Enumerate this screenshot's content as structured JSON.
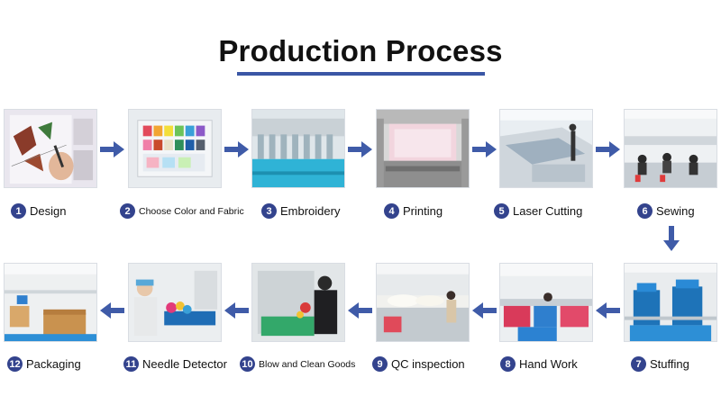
{
  "title": "Production Process",
  "accent_color": "#3a56a5",
  "badge_color": "#33438d",
  "steps": [
    {
      "number": "1",
      "label": "Design"
    },
    {
      "number": "2",
      "label": "Choose Color and Fabric"
    },
    {
      "number": "3",
      "label": "Embroidery"
    },
    {
      "number": "4",
      "label": "Printing"
    },
    {
      "number": "5",
      "label": "Laser Cutting"
    },
    {
      "number": "6",
      "label": "Sewing"
    },
    {
      "number": "7",
      "label": "Stuffing"
    },
    {
      "number": "8",
      "label": "Hand Work"
    },
    {
      "number": "9",
      "label": "QC inspection"
    },
    {
      "number": "10",
      "label": "Blow and Clean Goods"
    },
    {
      "number": "11",
      "label": "Needle Detector"
    },
    {
      "number": "12",
      "label": "Packaging"
    }
  ],
  "arrow_icons": [
    "arrow-right-icon",
    "arrow-down-icon",
    "arrow-left-icon"
  ]
}
